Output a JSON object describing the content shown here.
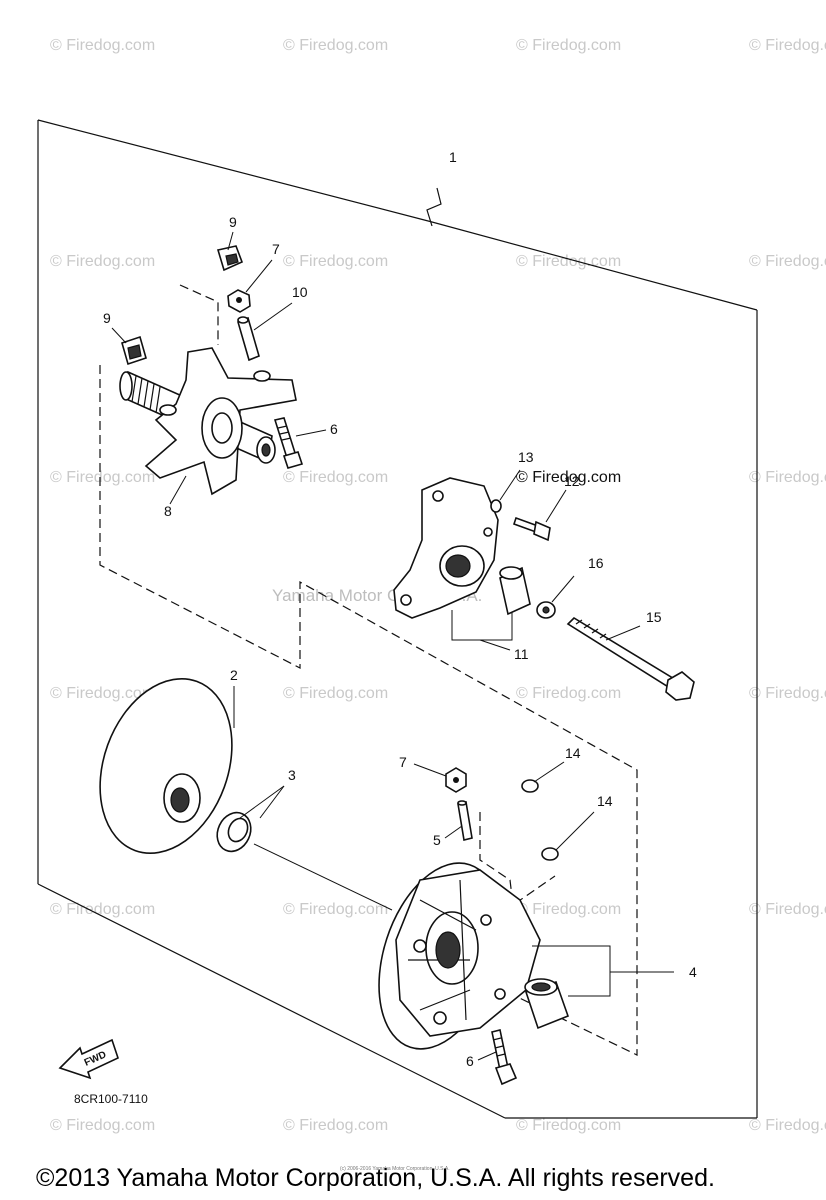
{
  "watermark": "© Firedog.com",
  "firedog_link": "© Firedog.com",
  "corp_watermark": "Yamaha Motor Corp, U.S.A.",
  "part_numbers": {
    "p1": "1",
    "p2": "2",
    "p3": "3",
    "p4": "4",
    "p5": "5",
    "p6a": "6",
    "p6b": "6",
    "p7a": "7",
    "p7b": "7",
    "p8": "8",
    "p9a": "9",
    "p9b": "9",
    "p10": "10",
    "p11": "11",
    "p12": "12",
    "p13": "13",
    "p14a": "14",
    "p14b": "14",
    "p15": "15",
    "p16": "16"
  },
  "fwd_label": "FWD",
  "diagram_code": "8CR100-7110",
  "small_print": "(c) 2006-2016 Yamaha Motor Corporation, U.S.A.",
  "copyright": "©2013 Yamaha Motor Corporation, U.S.A. All rights reserved."
}
